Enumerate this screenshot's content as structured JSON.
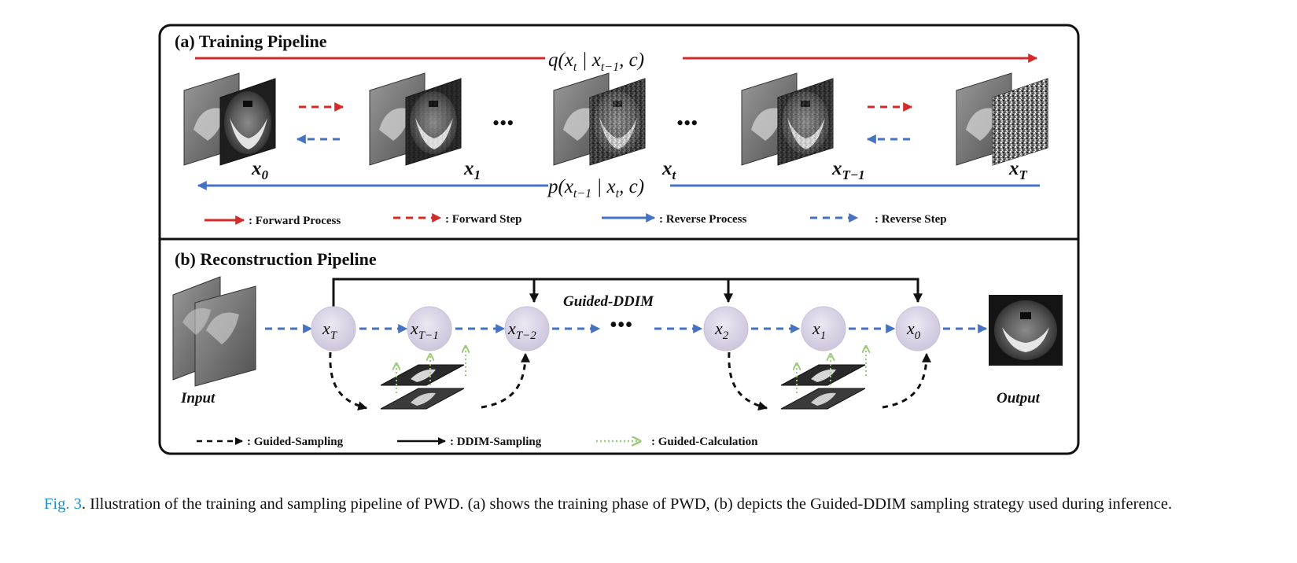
{
  "training": {
    "title": "(a) Training Pipeline",
    "forward_eq": "q(x_t | x_{t-1}, c)",
    "reverse_eq": "p(x_{t-1} | x_t, c)",
    "frames": [
      {
        "sym": "x",
        "sub": "0",
        "noise": 0.0
      },
      {
        "sym": "x",
        "sub": "1",
        "noise": 0.12
      },
      {
        "sym": "x",
        "sub": "t",
        "noise": 0.45
      },
      {
        "sym": "x",
        "sub": "T−1",
        "noise": 0.3
      },
      {
        "sym": "x",
        "sub": "T",
        "noise": 1.0
      }
    ],
    "ellipsis": "•••",
    "legend": [
      {
        "label": ": Forward Process",
        "style": "solid",
        "color": "#d42a2a"
      },
      {
        "label": ": Forward Step",
        "style": "dashed",
        "color": "#d42a2a"
      },
      {
        "label": ": Reverse Process",
        "style": "solid",
        "color": "#4472c4"
      },
      {
        "label": ": Reverse Step",
        "style": "dashed",
        "color": "#4472c4"
      }
    ]
  },
  "reconstruction": {
    "title": "(b) Reconstruction Pipeline",
    "method_label": "Guided-DDIM",
    "input_label": "Input",
    "output_label": "Output",
    "nodes": [
      {
        "sym": "x",
        "sub": "T"
      },
      {
        "sym": "x",
        "sub": "T−1"
      },
      {
        "sym": "x",
        "sub": "T−2"
      },
      {
        "sym": "x",
        "sub": "2"
      },
      {
        "sym": "x",
        "sub": "1"
      },
      {
        "sym": "x",
        "sub": "0"
      }
    ],
    "ellipsis": "•••",
    "legend": [
      {
        "label": ": Guided-Sampling",
        "style": "dashed",
        "color": "#111111"
      },
      {
        "label": ": DDIM-Sampling",
        "style": "solid",
        "color": "#111111"
      },
      {
        "label": ": Guided-Calculation",
        "style": "dotted",
        "color": "#9ccc7a"
      }
    ]
  },
  "caption": {
    "fig_label": "Fig. 3",
    "text": ". Illustration of the training and sampling pipeline of PWD. (a) shows the training phase of PWD, (b) depicts the Guided-DDIM sampling strategy used during inference."
  },
  "colors": {
    "red": "#d42a2a",
    "blue": "#4472c4",
    "node_fill": "#d9d4e6",
    "guide_green": "#9ccc7a"
  }
}
